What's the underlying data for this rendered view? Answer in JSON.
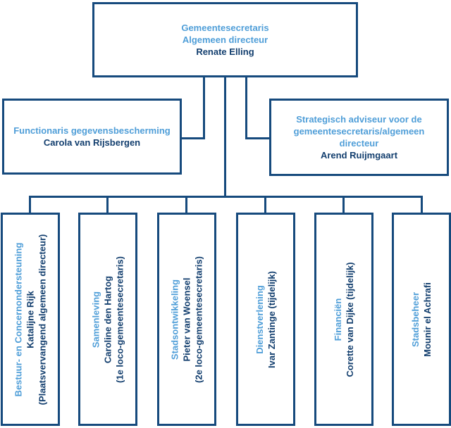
{
  "org": {
    "top": {
      "role": "Gemeentesecretaris\nAlgemeen directeur",
      "name": "Renate Elling"
    },
    "advisor_left": {
      "role": "Functionaris gegevensbescherming",
      "name": "Carola van Rijsbergen"
    },
    "advisor_right": {
      "role": "Strategisch adviseur voor de\ngemeentesecretaris/algemeen\ndirecteur",
      "name": "Arend Ruijmgaart"
    },
    "departments": [
      {
        "role": "Bestuur- en Concernondersteuning",
        "name": "Katalijne Rijk",
        "note": "(Plaatsvervangend algemeen directeur)"
      },
      {
        "role": "Samenleving",
        "name": "Caroline den Hartog",
        "note": "(1e loco-gemeentesecretaris)"
      },
      {
        "role": "Stadsontwikkeling",
        "name": "Pieter van Woensel",
        "note": "(2e loco-gemeentesecretaris)"
      },
      {
        "role": "Dienstverlening",
        "name": "Ivar Zantinge (tijdelijk)",
        "note": ""
      },
      {
        "role": "Financiën",
        "name": "Corette van Dijke (tijdelijk)",
        "note": ""
      },
      {
        "role": "Stadsbeheer",
        "name": "Mounir el Achrafi",
        "note": ""
      }
    ],
    "colors": {
      "box_border": "#164a7d",
      "role_text": "#4f9ed8",
      "name_text": "#123e6e",
      "background": "#ffffff"
    }
  }
}
